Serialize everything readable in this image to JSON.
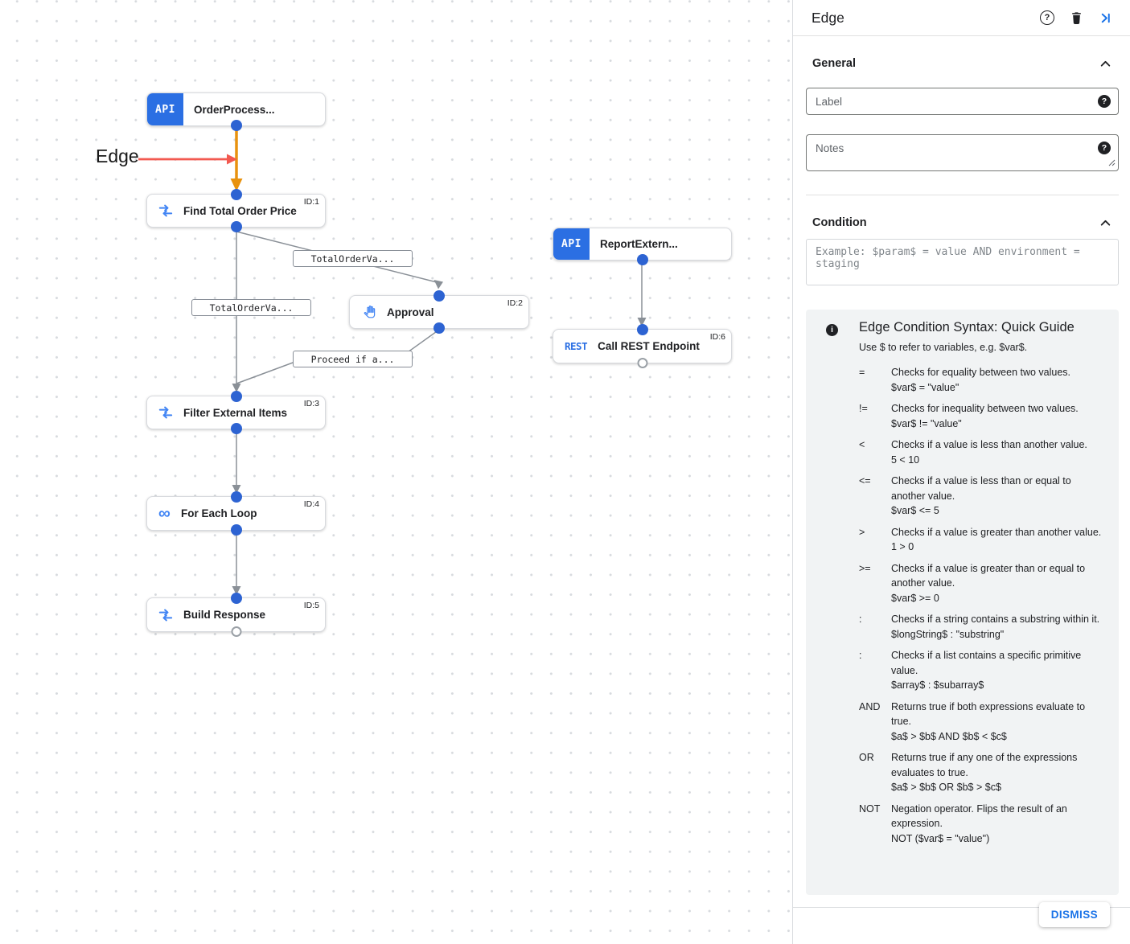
{
  "canvas": {
    "annotation_label": "Edge",
    "nodes": [
      {
        "label": "OrderProcess...",
        "id": "",
        "icon": "api"
      },
      {
        "label": "Find Total Order Price",
        "id": "ID:1",
        "icon": "mapping"
      },
      {
        "label": "Approval",
        "id": "ID:2",
        "icon": "hand"
      },
      {
        "label": "ReportExtern...",
        "id": "",
        "icon": "api"
      },
      {
        "label": "Call REST Endpoint",
        "id": "ID:6",
        "icon": "rest"
      },
      {
        "label": "Filter External Items",
        "id": "ID:3",
        "icon": "mapping"
      },
      {
        "label": "For Each Loop",
        "id": "ID:4",
        "icon": "loop"
      },
      {
        "label": "Build Response",
        "id": "ID:5",
        "icon": "mapping"
      }
    ],
    "edge_labels": [
      {
        "text": "TotalOrderVa..."
      },
      {
        "text": "TotalOrderVa..."
      },
      {
        "text": "Proceed if a..."
      }
    ]
  },
  "glyphs": {
    "api": "API",
    "rest": "REST",
    "infinity": "∞",
    "question": "?",
    "info": "i"
  },
  "panel": {
    "title": "Edge",
    "general": {
      "title": "General",
      "label_placeholder": "Label",
      "notes_placeholder": "Notes"
    },
    "condition": {
      "title": "Condition",
      "placeholder": "Example: $param$ = value AND environment = staging"
    },
    "guide": {
      "title": "Edge Condition Syntax: Quick Guide",
      "subtitle": "Use $ to refer to variables, e.g. $var$.",
      "rows": [
        {
          "op": "=",
          "desc": "Checks for equality between two values.",
          "example": "$var$ = \"value\""
        },
        {
          "op": "!=",
          "desc": "Checks for inequality between two values.",
          "example": "$var$ != \"value\""
        },
        {
          "op": "<",
          "desc": "Checks if a value is less than another value.",
          "example": "5 < 10"
        },
        {
          "op": "<=",
          "desc": "Checks if a value is less than or equal to another value.",
          "example": "$var$ <= 5"
        },
        {
          "op": ">",
          "desc": "Checks if a value is greater than another value.",
          "example": "1 > 0"
        },
        {
          "op": ">=",
          "desc": "Checks if a value is greater than or equal to another value.",
          "example": "$var$ >= 0"
        },
        {
          "op": ":",
          "desc": "Checks if a string contains a substring within it.",
          "example": "$longString$ : \"substring\""
        },
        {
          "op": ":",
          "desc": "Checks if a list contains a specific primitive value.",
          "example": "$array$ : $subarray$"
        },
        {
          "op": "AND",
          "desc": "Returns true if both expressions evaluate to true.",
          "example": "$a$ > $b$ AND $b$ < $c$"
        },
        {
          "op": "OR",
          "desc": "Returns true if any one of the expressions evaluates to true.",
          "example": "$a$ > $b$ OR $b$ > $c$"
        },
        {
          "op": "NOT",
          "desc": "Negation operator. Flips the result of an expression.",
          "example": "NOT ($var$ = \"value\")"
        }
      ]
    },
    "dismiss_label": "DISMISS"
  },
  "colors": {
    "accent_blue": "#1a73e8",
    "node_icon_blue": "#2b6fe3",
    "port_blue": "#2d63d2",
    "edge_gray": "#8a9097",
    "selected_edge_orange": "#e8920f",
    "annotation_red": "#f2594f"
  }
}
